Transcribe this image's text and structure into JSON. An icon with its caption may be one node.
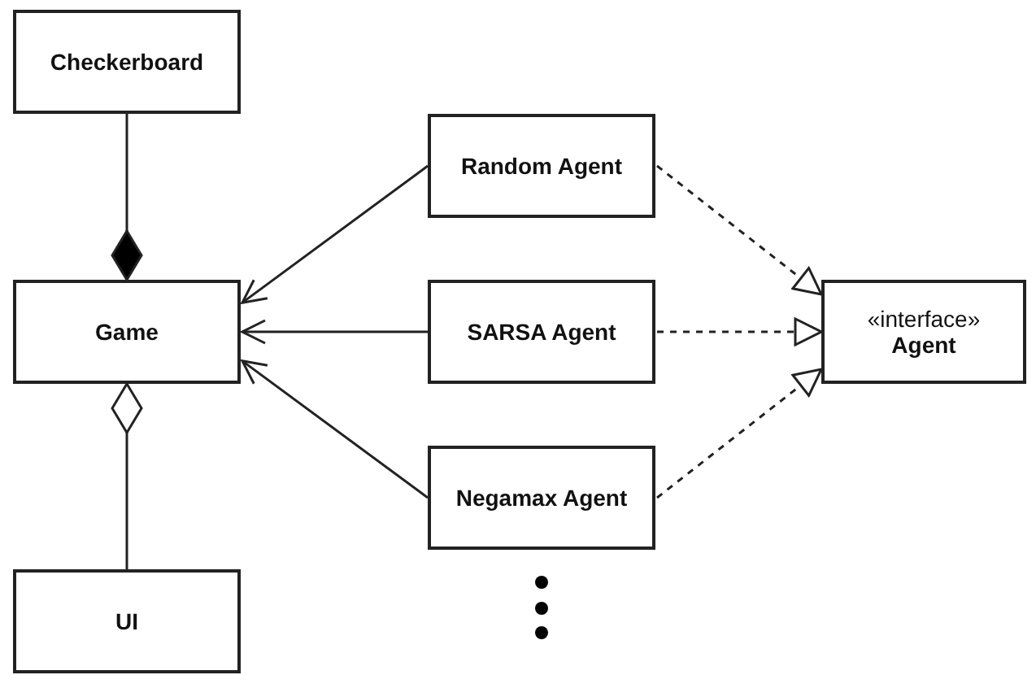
{
  "diagram": {
    "nodes": [
      {
        "text": [
          "Checkerboard"
        ]
      },
      {
        "text": [
          "Game"
        ]
      },
      {
        "text": [
          "UI"
        ]
      },
      {
        "text": [
          "Random Agent"
        ]
      },
      {
        "text": [
          "SARSA Agent"
        ]
      },
      {
        "text": [
          "Negamax Agent"
        ]
      },
      {
        "text": [
          "«interface»",
          "Agent"
        ]
      }
    ],
    "edges": [
      {
        "from": 0,
        "to": 1,
        "arrow": "other"
      },
      {
        "from": 2,
        "to": 1,
        "arrow": "other"
      },
      {
        "from": 3,
        "to": 1,
        "arrow": "to"
      },
      {
        "from": 4,
        "to": 1,
        "arrow": "to"
      },
      {
        "from": 5,
        "to": 1,
        "arrow": "to"
      },
      {
        "from": 3,
        "to": 6,
        "arrow": "to",
        "style": "dashed"
      },
      {
        "from": 4,
        "to": 6,
        "arrow": "to",
        "style": "dashed"
      },
      {
        "from": 5,
        "to": 6,
        "arrow": "to",
        "style": "dashed"
      }
    ]
  }
}
